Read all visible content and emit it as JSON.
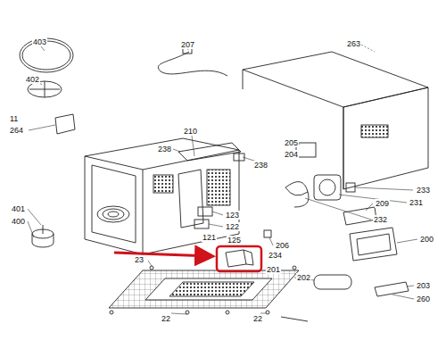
{
  "diagram": {
    "labels": [
      "403",
      "207",
      "263",
      "402",
      "11",
      "264",
      "210",
      "205",
      "238",
      "204",
      "238",
      "233",
      "231",
      "209",
      "401",
      "123",
      "232",
      "400",
      "122",
      "121",
      "125",
      "200",
      "206",
      "234",
      "23",
      "201",
      "202",
      "203",
      "260",
      "22",
      "22"
    ]
  }
}
